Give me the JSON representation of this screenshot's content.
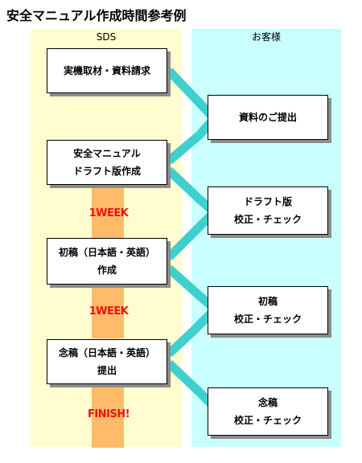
{
  "title": "安全マニュアル作成時間参考例",
  "columns": {
    "sds": "SDS",
    "client": "お客様"
  },
  "sds_steps": [
    {
      "lines": [
        "実機取材・資料請求"
      ]
    },
    {
      "lines": [
        "安全マニュアル",
        "ドラフト版作成"
      ]
    },
    {
      "lines": [
        "初稿（日本語・英語）",
        "作成"
      ]
    },
    {
      "lines": [
        "念稿（日本語・英語）",
        "提出"
      ]
    }
  ],
  "client_steps": [
    {
      "lines": [
        "資料のご提出"
      ]
    },
    {
      "lines": [
        "ドラフト版",
        "校正・チェック"
      ]
    },
    {
      "lines": [
        "初稿",
        "校正・チェック"
      ]
    },
    {
      "lines": [
        "念稿",
        "校正・チェック"
      ]
    }
  ],
  "durations": [
    "1WEEK",
    "1WEEK",
    "FINISH!"
  ],
  "colors": {
    "sds_bg": "#fffccf",
    "client_bg": "#c9ffff",
    "duration_band": "#ffbb6a",
    "duration_text": "#ee1111",
    "connector": "#3fcfcf"
  }
}
